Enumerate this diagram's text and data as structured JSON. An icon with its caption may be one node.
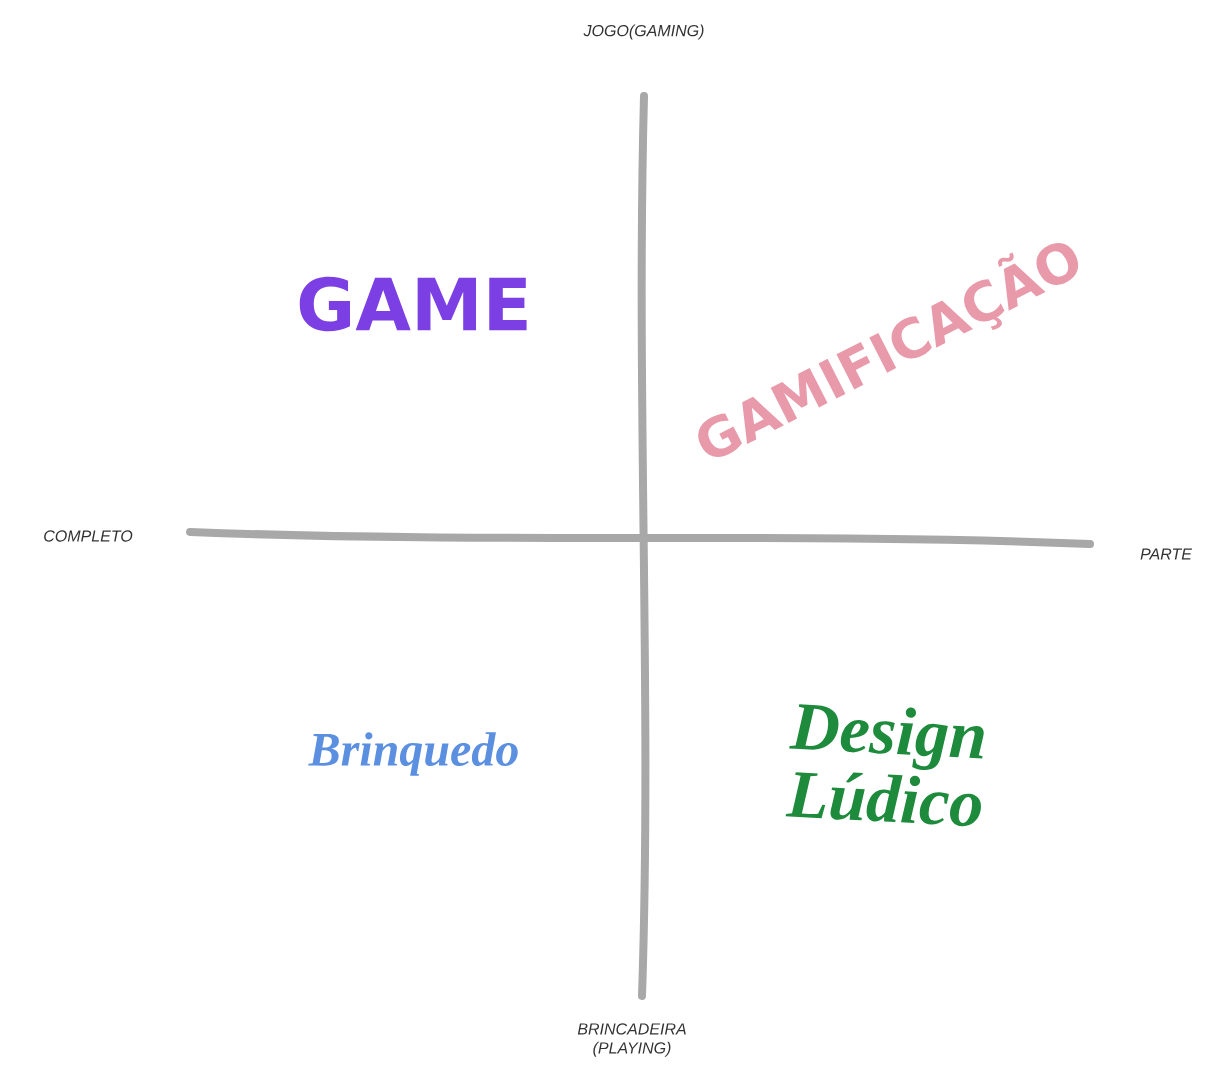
{
  "diagram": {
    "labels": [
      "JOGO(GAMING)",
      "GAME",
      "GAMIFICAÇÃO",
      "COMPLETO",
      "PARTE",
      "Brinquedo",
      "Design Lúdico",
      "BRINCADEIRA (PLAYING)"
    ]
  }
}
